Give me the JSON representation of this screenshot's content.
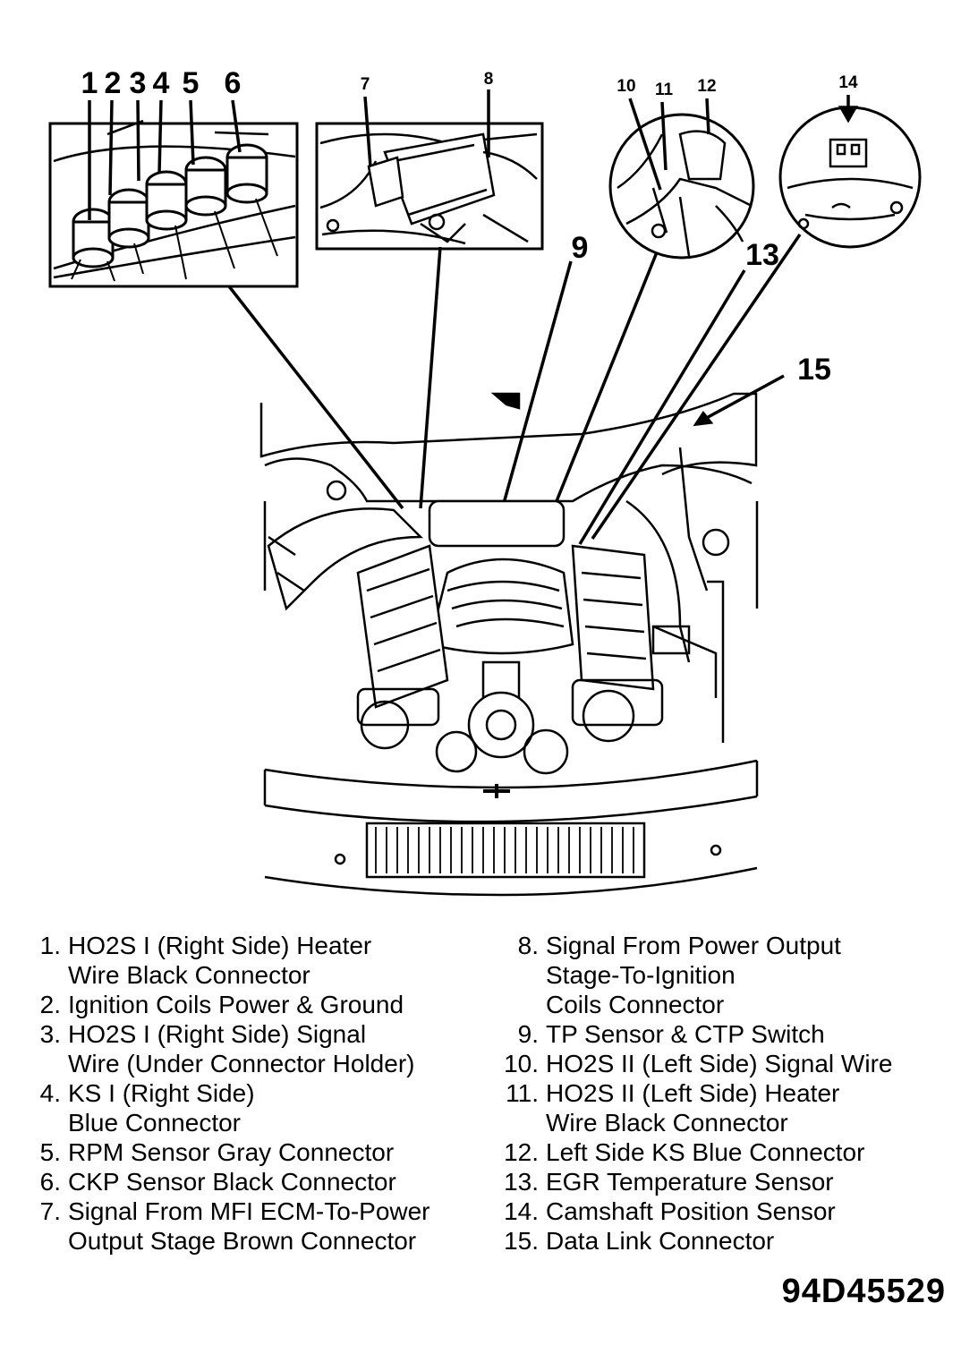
{
  "callouts": [
    "1",
    "2",
    "3",
    "4",
    "5",
    "6",
    "7",
    "8",
    "9",
    "10",
    "11",
    "12",
    "13",
    "14",
    "15"
  ],
  "legend": [
    {
      "num": "1.",
      "text": "HO2S I (Right Side) Heater\nWire Black Connector"
    },
    {
      "num": "2.",
      "text": "Ignition Coils Power & Ground"
    },
    {
      "num": "3.",
      "text": "HO2S I (Right Side) Signal\nWire (Under Connector Holder)"
    },
    {
      "num": "4.",
      "text": "KS I (Right Side)\nBlue Connector"
    },
    {
      "num": "5.",
      "text": "RPM Sensor Gray Connector"
    },
    {
      "num": "6.",
      "text": "CKP Sensor Black Connector"
    },
    {
      "num": "7.",
      "text": "Signal From MFI ECM-To-Power\nOutput Stage Brown Connector"
    },
    {
      "num": "8.",
      "text": "Signal From Power Output\nStage-To-Ignition\nCoils Connector"
    },
    {
      "num": "9.",
      "text": "TP Sensor & CTP Switch"
    },
    {
      "num": "10.",
      "text": "HO2S II (Left Side) Signal Wire"
    },
    {
      "num": "11.",
      "text": "HO2S II (Left Side) Heater\nWire Black Connector"
    },
    {
      "num": "12.",
      "text": "Left Side KS Blue Connector"
    },
    {
      "num": "13.",
      "text": "EGR Temperature Sensor"
    },
    {
      "num": "14.",
      "text": "Camshaft Position Sensor"
    },
    {
      "num": "15.",
      "text": "Data Link Connector"
    }
  ],
  "figure_code": "94D45529"
}
